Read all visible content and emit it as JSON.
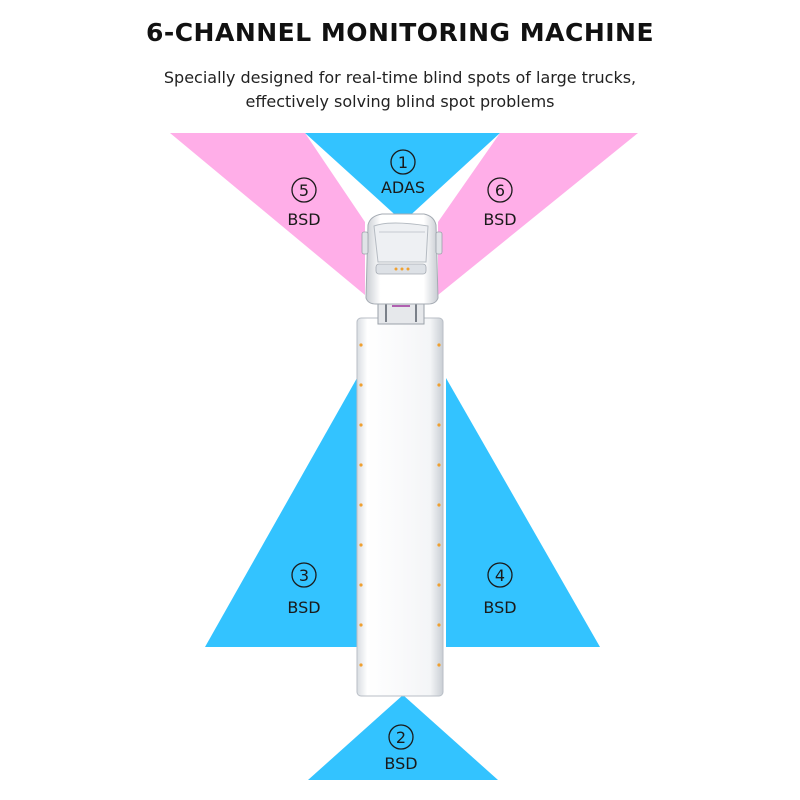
{
  "header": {
    "title": "6-CHANNEL MONITORING MACHINE",
    "subtitle_line1": "Specially designed for real-time blind spots of large trucks,",
    "subtitle_line2": "effectively solving blind spot problems"
  },
  "zones": [
    {
      "id": "1",
      "number": "1",
      "label": "ADAS",
      "color": "#33c3ff"
    },
    {
      "id": "2",
      "number": "2",
      "label": "BSD",
      "color": "#33c3ff"
    },
    {
      "id": "3",
      "number": "3",
      "label": "BSD",
      "color": "#33c3ff"
    },
    {
      "id": "4",
      "number": "4",
      "label": "BSD",
      "color": "#33c3ff"
    },
    {
      "id": "5",
      "number": "5",
      "label": "BSD",
      "color": "#ffaee8"
    },
    {
      "id": "6",
      "number": "6",
      "label": "BSD",
      "color": "#ffaee8"
    }
  ],
  "colors": {
    "front_side_zone": "#ffaee8",
    "coverage_zone": "#33c3ff",
    "truck_body": "#ffffff",
    "marker_light": "#f0a030"
  },
  "icons": {
    "truck": "truck-top-view-icon"
  }
}
